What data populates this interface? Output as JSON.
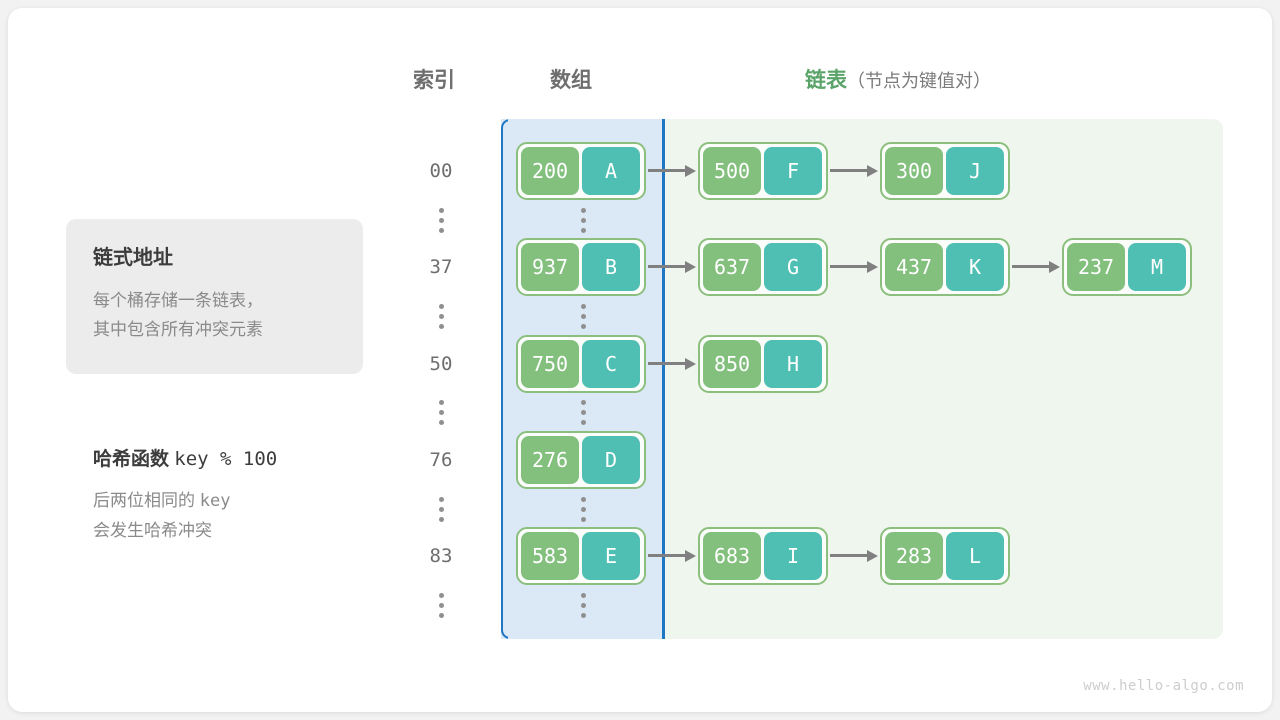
{
  "headers": {
    "index": "索引",
    "array": "数组",
    "list_main": "链表",
    "list_sub": "（节点为键值对）"
  },
  "colors": {
    "key_fill": "#83bf7d",
    "value_fill": "#4fbfb4",
    "node_border": "#8cbf7e",
    "array_region_bg": "#dbe9f6",
    "array_region_border": "#1f77c4",
    "list_region_bg": "#eff6ee",
    "accent_green": "#5aa469",
    "arrow": "#808080",
    "index_text": "#6e6e6e"
  },
  "info_card": {
    "title": "链式地址",
    "line1": "每个桶存储一条链表，",
    "line2": "其中包含所有冲突元素"
  },
  "hash_note": {
    "title_cn": "哈希函数",
    "title_expr": "key % 100",
    "line1_a": "后两位相同的",
    "line1_b": "key",
    "line2": "会发生哈希冲突"
  },
  "ellipsis_glyph": "⋮",
  "buckets": [
    {
      "index": "00",
      "nodes": [
        {
          "key": "200",
          "value": "A"
        },
        {
          "key": "500",
          "value": "F"
        },
        {
          "key": "300",
          "value": "J"
        }
      ]
    },
    {
      "index": "37",
      "nodes": [
        {
          "key": "937",
          "value": "B"
        },
        {
          "key": "637",
          "value": "G"
        },
        {
          "key": "437",
          "value": "K"
        },
        {
          "key": "237",
          "value": "M"
        }
      ]
    },
    {
      "index": "50",
      "nodes": [
        {
          "key": "750",
          "value": "C"
        },
        {
          "key": "850",
          "value": "H"
        }
      ]
    },
    {
      "index": "76",
      "nodes": [
        {
          "key": "276",
          "value": "D"
        }
      ]
    },
    {
      "index": "83",
      "nodes": [
        {
          "key": "583",
          "value": "E"
        },
        {
          "key": "683",
          "value": "I"
        },
        {
          "key": "283",
          "value": "L"
        }
      ]
    }
  ],
  "watermark": "www.hello-algo.com"
}
